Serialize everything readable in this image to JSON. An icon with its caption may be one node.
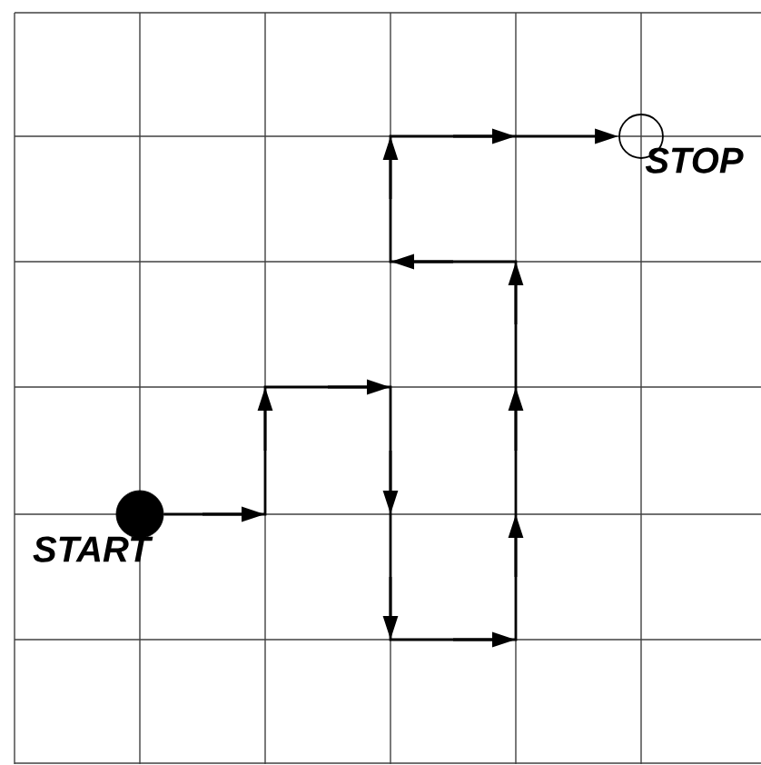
{
  "diagram": {
    "nodes": [
      {
        "text": [],
        "shape": "circle",
        "beside": [
          "START"
        ]
      },
      {
        "text": [],
        "shape": "ring",
        "beside": [
          "STOP"
        ]
      }
    ],
    "edges": [
      {
        "from": 0,
        "to": 1,
        "arrow": "to"
      }
    ]
  }
}
